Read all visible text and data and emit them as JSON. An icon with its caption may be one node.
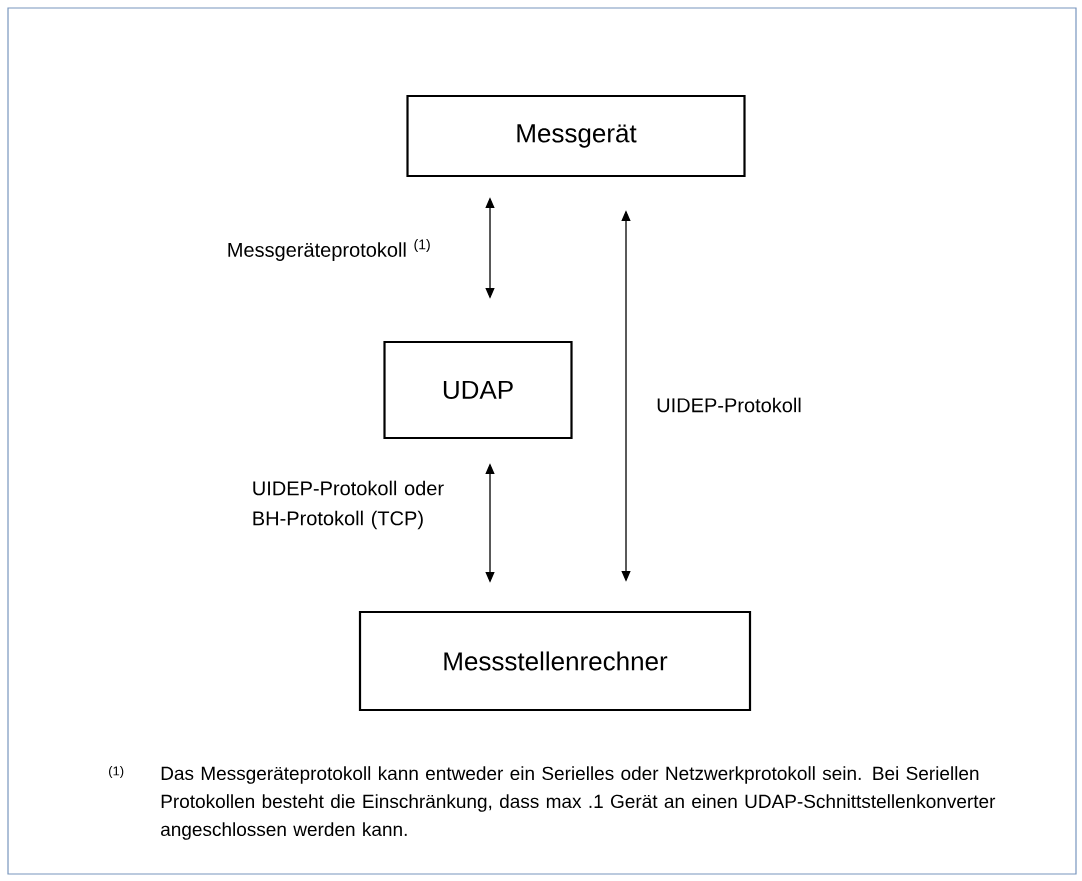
{
  "diagram": {
    "nodes": [
      {
        "text": [
          "Messgerät"
        ]
      },
      {
        "text": [
          "UDAP"
        ]
      },
      {
        "text": [
          "Messstellenrechner"
        ]
      }
    ],
    "edges": [
      {
        "from": 0,
        "to": 1,
        "arrow": "both",
        "label": "Messgeräteprotokoll  $^{(1)}$"
      },
      {
        "from": 1,
        "to": 2,
        "arrow": "both",
        "label": "UIDEP-Protokoll oder BH-Protokoll (TCP)"
      },
      {
        "from": 0,
        "to": 2,
        "arrow": "both",
        "label": "UIDEP-Protokoll"
      }
    ],
    "labels": [
      "(1)",
      "Das Messgeräteprotokoll kann entweder ein Serielles oder Netzwerkprotokoll sein. Bei Seriellen Protokollen besteht die Einschränkung, dass max .1 Gerät an einen UDAP-Schnittstellenkonverter angeschlossen werden kann."
    ]
  }
}
